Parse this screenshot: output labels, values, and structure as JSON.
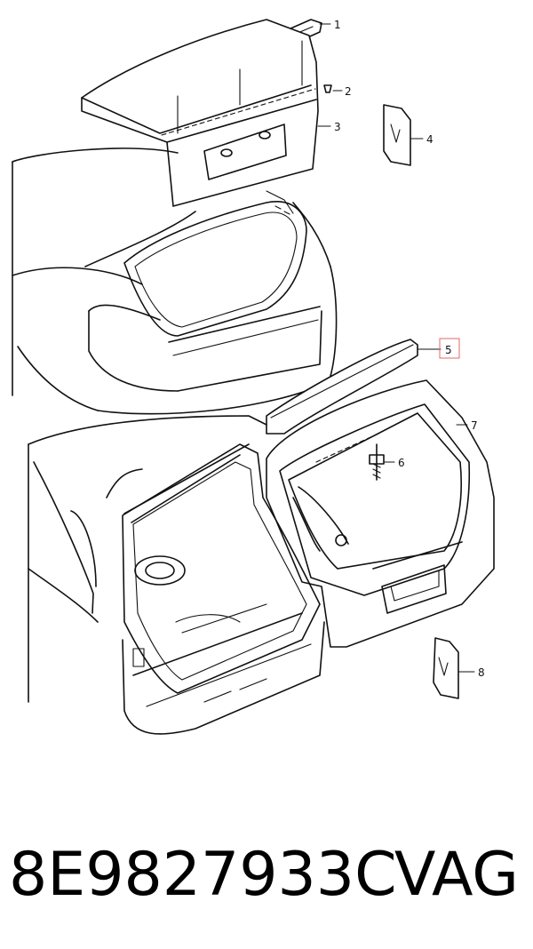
{
  "diagram": {
    "callouts": [
      {
        "id": "1",
        "label": "1"
      },
      {
        "id": "2",
        "label": "2"
      },
      {
        "id": "3",
        "label": "3"
      },
      {
        "id": "4",
        "label": "4"
      },
      {
        "id": "5",
        "label": "5",
        "highlighted": true
      },
      {
        "id": "6",
        "label": "6"
      },
      {
        "id": "7",
        "label": "7"
      },
      {
        "id": "8",
        "label": "8"
      }
    ],
    "highlight_color": "#e06a6a"
  },
  "footer": {
    "part_number": "8E9827933C",
    "brand": "VAG"
  }
}
